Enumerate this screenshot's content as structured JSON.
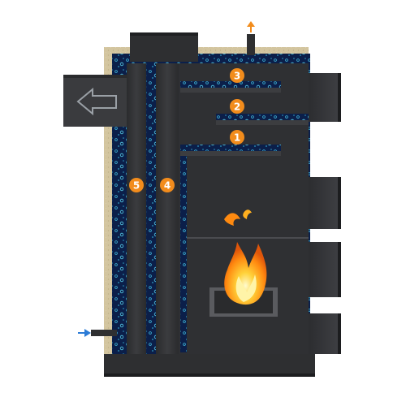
{
  "diagram": {
    "colors": {
      "background": "#ffffff",
      "insulation": "#d6c9a3",
      "water": "#0b1f4a",
      "water_bubble": "#3fb6d8",
      "steel": "#2e2f31",
      "steel_light": "#3a3b3e",
      "steel_edge": "#1c1d1f",
      "badge": "#f28c1c",
      "flame_core": "#fff4a8",
      "flame_outer": "#ff8a10",
      "arrow_in": "#2b7bd6",
      "arrow_out": "#f28c1c"
    },
    "icons": {
      "flue_outlet": "arrow-left-icon",
      "hot_water_out": "arrow-up-icon",
      "cold_water_in": "arrow-right-icon",
      "fire": "flame-icon"
    },
    "badges": [
      {
        "id": "1",
        "label": "1"
      },
      {
        "id": "2",
        "label": "2"
      },
      {
        "id": "3",
        "label": "3"
      },
      {
        "id": "4",
        "label": "4"
      },
      {
        "id": "5",
        "label": "5"
      }
    ]
  }
}
